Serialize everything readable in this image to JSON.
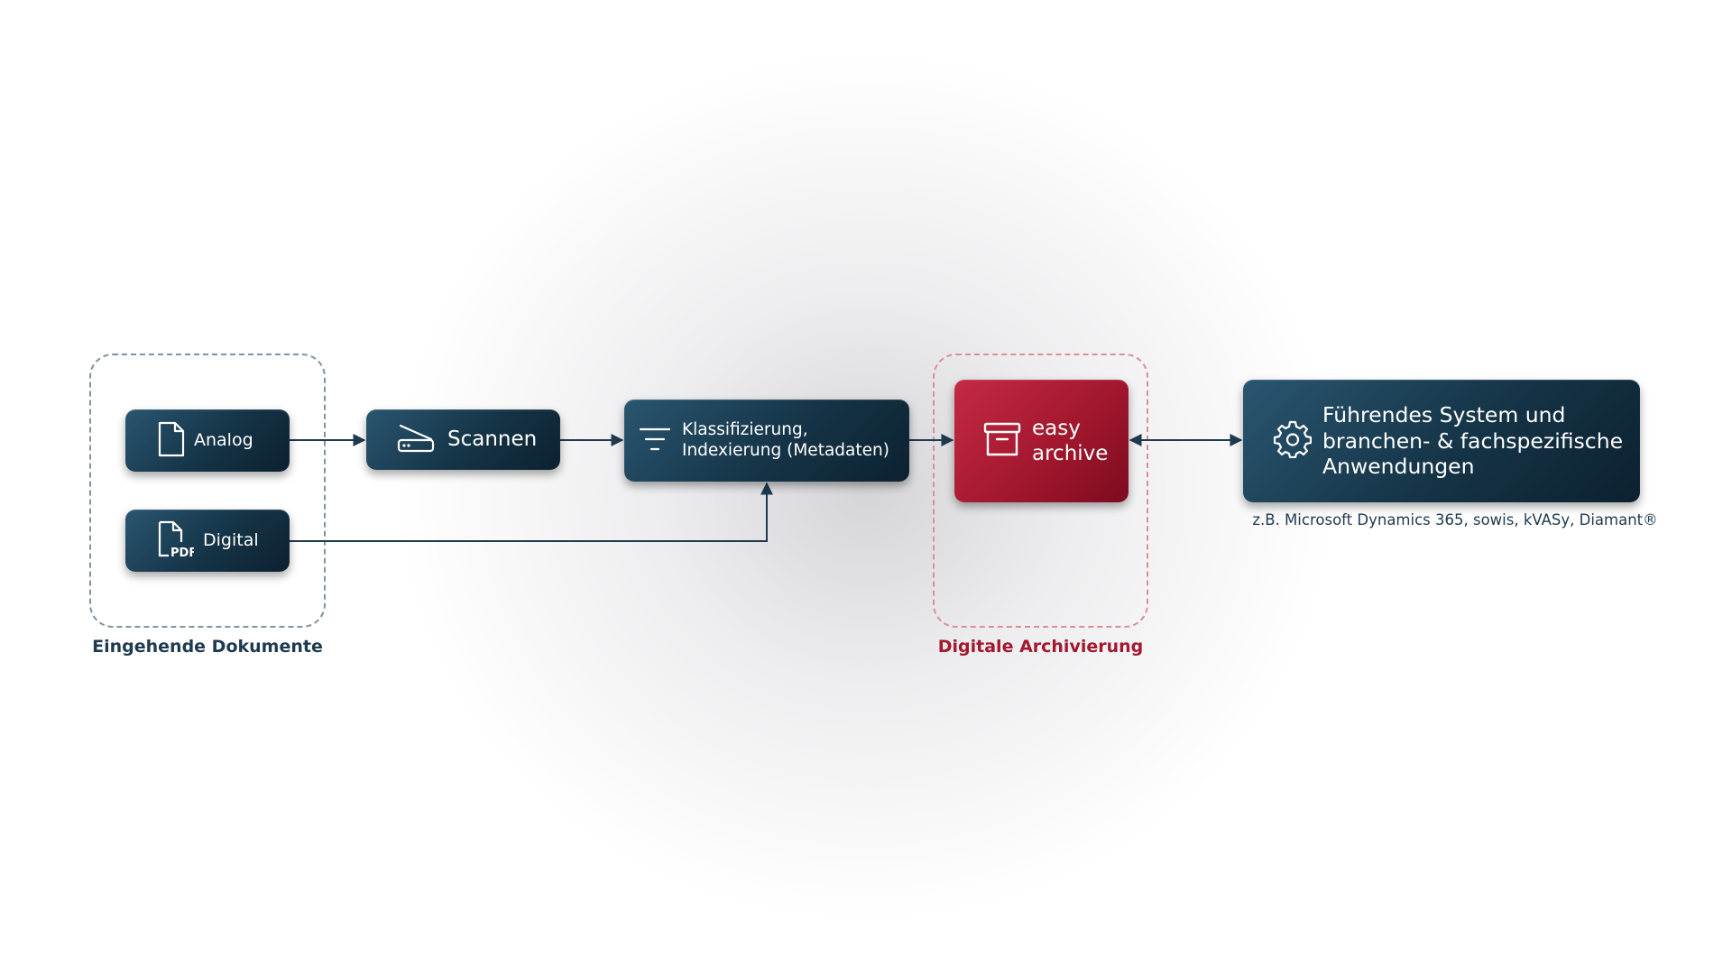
{
  "groups": {
    "incoming_caption": "Eingehende Dokumente",
    "archive_caption": "Digitale Archivierung"
  },
  "nodes": {
    "analog": {
      "label": "Analog",
      "icon": "document-icon"
    },
    "digital": {
      "label": "Digital",
      "icon": "pdf-document-icon"
    },
    "scan": {
      "label": "Scannen",
      "icon": "scanner-icon"
    },
    "classify": {
      "label": "Klassifizierung,\nIndexierung (Metadaten)",
      "icon": "filter-icon"
    },
    "archive": {
      "label": "easy\narchive",
      "icon": "archive-box-icon"
    },
    "system": {
      "label": "Führendes System und\nbranchen- & fachspezifische\nAnwendungen",
      "icon": "gear-icon"
    }
  },
  "system_note": "z.B. Microsoft Dynamics 365, sowis, kVASy, Diamant®",
  "colors": {
    "navy": "#153447",
    "accent_red": "#a3182e",
    "connector": "#1e3a4f"
  }
}
